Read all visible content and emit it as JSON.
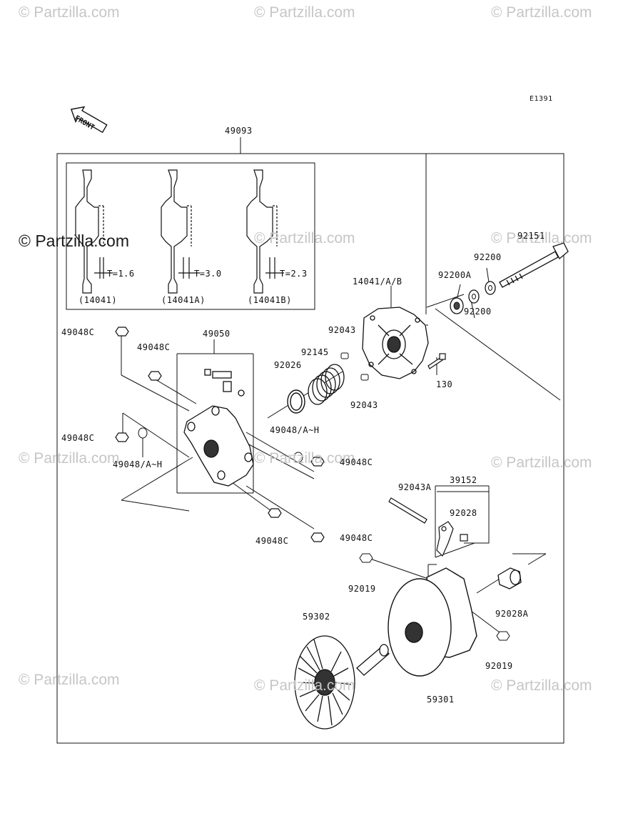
{
  "watermark": {
    "text": "© Partzilla.com",
    "highlight_text": "© Partzilla.com"
  },
  "diagram_code": "E1391",
  "front_label": "FRONT",
  "parts": {
    "assembly": "49093",
    "spacer_14041": "14041",
    "spacer_14041A": "14041A",
    "spacer_14041B": "14041B",
    "thickness_14041": "T=1.6",
    "thickness_14041A": "T=3.0",
    "thickness_14041B": "T=2.3",
    "caption_14041": "(14041)",
    "caption_14041A": "(14041A)",
    "caption_14041B": "(14041B)",
    "cover": "14041/A/B",
    "bolt_92151": "92151",
    "washer_92200_top": "92200",
    "washer_92200A": "92200A",
    "washer_92200_bottom": "92200",
    "pin_92043_top": "92043",
    "pin_92043_bottom": "92043",
    "spring_92145": "92145",
    "ring_92026": "92026",
    "bolt_130": "130",
    "spider_49050": "49050",
    "nut_49048C_1": "49048C",
    "nut_49048C_2": "49048C",
    "nut_49048C_3": "49048C",
    "nut_49048C_4": "49048C",
    "nut_49048C_5": "49048C",
    "nut_49048C_6": "49048C",
    "weight_49048AH_1": "49048/A~H",
    "weight_49048AH_2": "49048/A~H",
    "pin_92043A": "92043A",
    "arm_39152": "39152",
    "pin_92028": "92028",
    "nut_92019_1": "92019",
    "nut_92019_2": "92019",
    "bushing_92028A": "92028A",
    "fixed_sheave_59302": "59302",
    "movable_sheave_59301": "59301"
  }
}
